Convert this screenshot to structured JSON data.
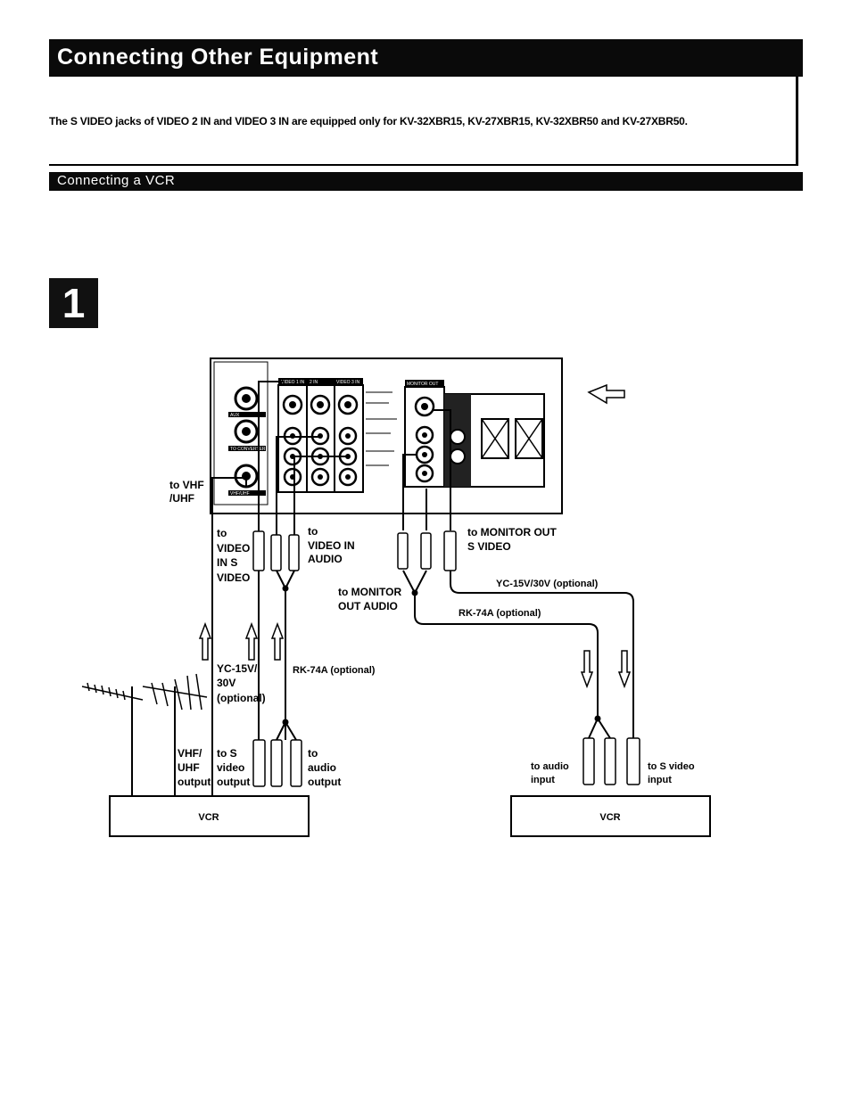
{
  "header": {
    "title": "Connecting Other Equipment"
  },
  "note": {
    "text": "The S VIDEO jacks of VIDEO 2 IN and VIDEO 3 IN are equipped only for KV-32XBR15, KV-27XBR15, KV-32XBR50 and KV-27XBR50."
  },
  "section": {
    "title": "Connecting a VCR"
  },
  "step": {
    "number": "1"
  },
  "diagram": {
    "panel_labels": {
      "video1": "VIDEO 1 IN",
      "video2": "2 IN",
      "video3": "VIDEO 3 IN",
      "monitor_out": "MONITOR OUT",
      "aux": "AUX",
      "to_converter": "TO CONVERTER",
      "vhf_uhf": "VHF/UHF"
    },
    "labels": {
      "to_vhf_uhf_1": "to VHF",
      "to_vhf_uhf_2": "/UHF",
      "to_video_in_s_video_1": "to",
      "to_video_in_s_video_2": "VIDEO",
      "to_video_in_s_video_3": "IN  S",
      "to_video_in_s_video_4": "VIDEO",
      "to_video_in_audio_1": "to",
      "to_video_in_audio_2": "VIDEO IN",
      "to_video_in_audio_3": "AUDIO",
      "to_monitor_out_s_video_1": "to MONITOR OUT",
      "to_monitor_out_s_video_2": "S VIDEO",
      "to_monitor_out_audio_1": "to MONITOR",
      "to_monitor_out_audio_2": "OUT AUDIO",
      "yc_cable_right": "YC-15V/30V (optional)",
      "rk_cable_right": "RK-74A (optional)",
      "yc_cable_left_1": "YC-15V/",
      "yc_cable_left_2": "30V",
      "yc_cable_left_3": "(optional)",
      "rk_cable_left": "RK-74A (optional)",
      "vhf_uhf_output_1": "VHF/",
      "vhf_uhf_output_2": "UHF",
      "vhf_uhf_output_3": "output",
      "to_s_video_output_1": "to S",
      "to_s_video_output_2": "video",
      "to_s_video_output_3": "output",
      "to_audio_output_1": "to",
      "to_audio_output_2": "audio",
      "to_audio_output_3": "output",
      "to_audio_input_1": "to audio",
      "to_audio_input_2": "input",
      "to_s_video_input_1": "to S video",
      "to_s_video_input_2": "input",
      "vcr_left": "VCR",
      "vcr_right": "VCR"
    }
  }
}
